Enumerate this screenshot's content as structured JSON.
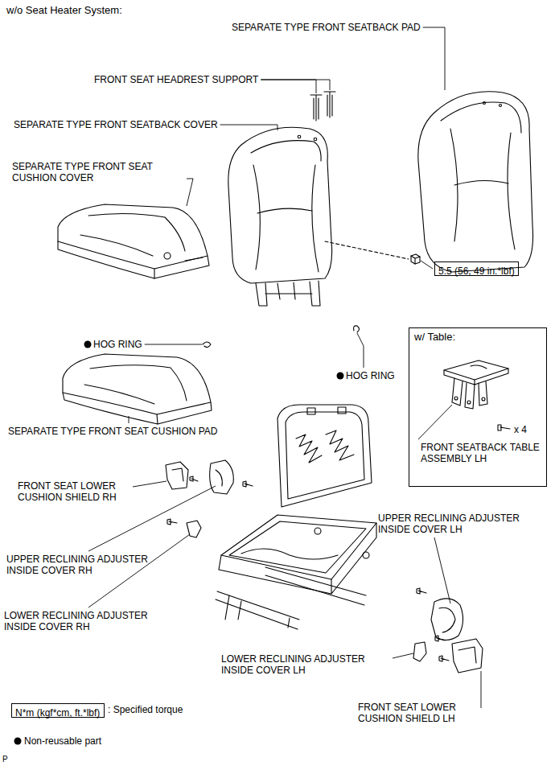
{
  "diagram": {
    "title": "w/o Seat Heater System:",
    "nodes": [
      {
        "text": [
          "w/ Table:",
          "x 4",
          "FRONT SEATBACK TABLE ASSEMBLY LH"
        ]
      },
      {
        "text": [
          "5.5 (56, 49 in.*lbf)"
        ]
      },
      {
        "text": [
          "N*m (kgf*cm, ft.*lbf)"
        ]
      }
    ],
    "labels": [
      "SEPARATE TYPE FRONT SEATBACK PAD",
      "FRONT SEAT HEADREST SUPPORT",
      "SEPARATE TYPE FRONT SEATBACK COVER",
      "SEPARATE TYPE FRONT SEAT CUSHION COVER",
      "HOG RING",
      "HOG RING",
      "SEPARATE TYPE FRONT SEAT CUSHION PAD",
      "FRONT SEAT LOWER CUSHION SHIELD RH",
      "UPPER RECLINING ADJUSTER INSIDE COVER RH",
      "LOWER RECLINING ADJUSTER INSIDE COVER RH",
      "UPPER RECLINING ADJUSTER INSIDE COVER LH",
      "LOWER RECLINING ADJUSTER INSIDE COVER LH",
      "FRONT SEAT LOWER CUSHION SHIELD LH",
      "P"
    ],
    "legend": [
      {
        "text": ": Specified torque"
      },
      {
        "text": "Non-reusable part"
      }
    ]
  }
}
